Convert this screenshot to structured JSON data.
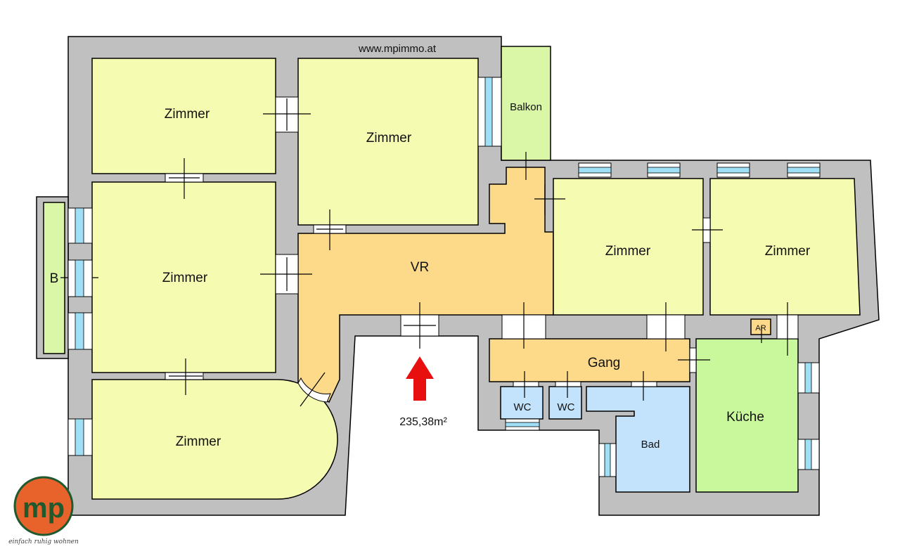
{
  "header": {
    "website": "www.mpimmo.at"
  },
  "rooms": {
    "zimmer_top_left": "Zimmer",
    "zimmer_top_center": "Zimmer",
    "balkon": "Balkon",
    "b": "B",
    "zimmer_mid_left": "Zimmer",
    "zimmer_bottom_left": "Zimmer",
    "vr": "VR",
    "zimmer_right_1": "Zimmer",
    "zimmer_right_2": "Zimmer",
    "gang": "Gang",
    "wc_1": "WC",
    "wc_2": "WC",
    "bad": "Bad",
    "kueche": "Küche",
    "ar": "AR"
  },
  "area": "235,38m²",
  "logo": {
    "letters": "MP",
    "slogan": "einfach ruhig wohnen"
  },
  "colors": {
    "wall": "#c0c0c0",
    "zimmer": "#f6fbb2",
    "hall": "#fdd98a",
    "wet": "#c2e3fb",
    "kitchen": "#c9f79c",
    "entrance_arrow": "#e8100f",
    "logo_orange": "#e8622c",
    "logo_green": "#1e5a2e"
  }
}
